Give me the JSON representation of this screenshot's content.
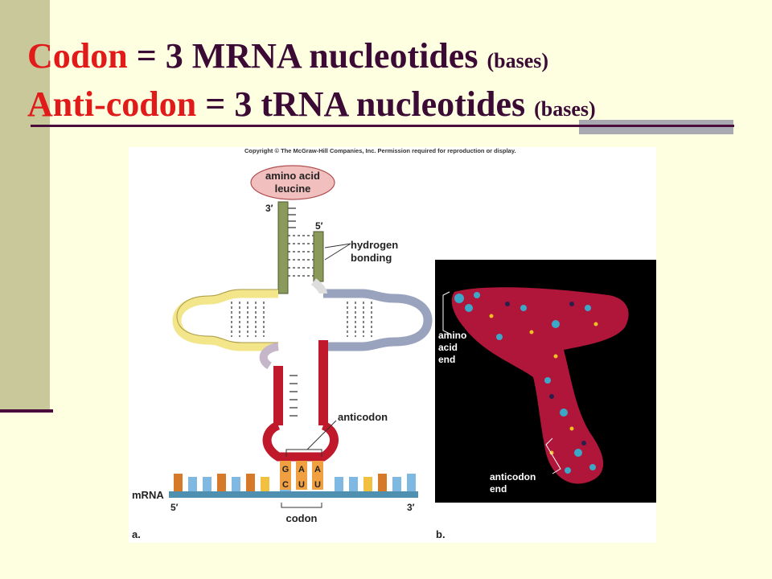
{
  "slide": {
    "line1": {
      "term": "Codon",
      "eq": "=",
      "rest": "3 MRNA nucleotides",
      "note": "(bases)"
    },
    "line2": {
      "term": "Anti-codon",
      "eq": "=",
      "rest": "3 tRNA nucleotides",
      "note": "(bases)"
    }
  },
  "figure": {
    "copyright": "Copyright © The McGraw-Hill Companies, Inc. Permission required for reproduction or display.",
    "amino_acid_line1": "amino acid",
    "amino_acid_line2": "leucine",
    "three_prime": "3′",
    "five_prime": "5′",
    "hydrogen_line1": "hydrogen",
    "hydrogen_line2": "bonding",
    "anticodon_label": "anticodon",
    "mrna_label": "mRNA",
    "mrna_5": "5′",
    "mrna_3": "3′",
    "codon_label": "codon",
    "anticodon_bases": [
      "G",
      "A",
      "A"
    ],
    "codon_bases": [
      "C",
      "U",
      "U"
    ],
    "panel_a": "a.",
    "panel_b": "b.",
    "amino_end_line1": "amino",
    "amino_end_line2": "acid",
    "amino_end_line3": "end",
    "anticodon_end_line1": "anticodon",
    "anticodon_end_line2": "end"
  },
  "colors": {
    "title_red": "#e11a1a",
    "title_purple": "#3b0a35",
    "stem_green": "#8a9a5b",
    "loop_yellow": "#f3e58a",
    "loop_blue": "#9aa3bd",
    "anticodon_red": "#c0192c",
    "mrna_blue": "#4f8fb0"
  }
}
